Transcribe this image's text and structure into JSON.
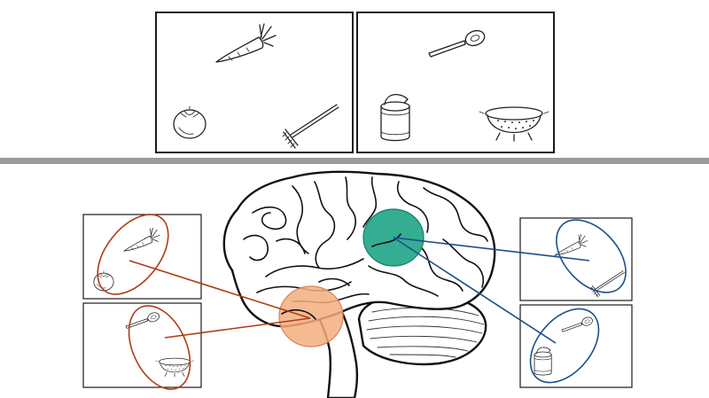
{
  "colors": {
    "divider": "#9a9a9a",
    "background": "#ffffff",
    "temporal_region": "#f5ae7e",
    "parietal_region": "#1fa487",
    "semantic_link": "#b23a15",
    "action_link": "#1c4f8a"
  },
  "top_panels": [
    {
      "id": "panel-garden",
      "objects": [
        "carrot-icon",
        "tomato-icon",
        "rake-icon"
      ]
    },
    {
      "id": "panel-kitchen",
      "objects": [
        "spoon-icon",
        "can-icon",
        "colander-icon"
      ]
    }
  ],
  "left_groups": [
    {
      "objects": [
        "carrot-icon",
        "tomato-icon"
      ]
    },
    {
      "objects": [
        "spoon-icon",
        "colander-icon"
      ]
    }
  ],
  "right_groups": [
    {
      "objects": [
        "carrot-icon",
        "rake-icon"
      ]
    },
    {
      "objects": [
        "spoon-icon",
        "can-icon"
      ]
    }
  ],
  "regions": [
    {
      "name": "temporal-region",
      "color": "#f5ae7e"
    },
    {
      "name": "parietal-region",
      "color": "#1fa487"
    }
  ]
}
